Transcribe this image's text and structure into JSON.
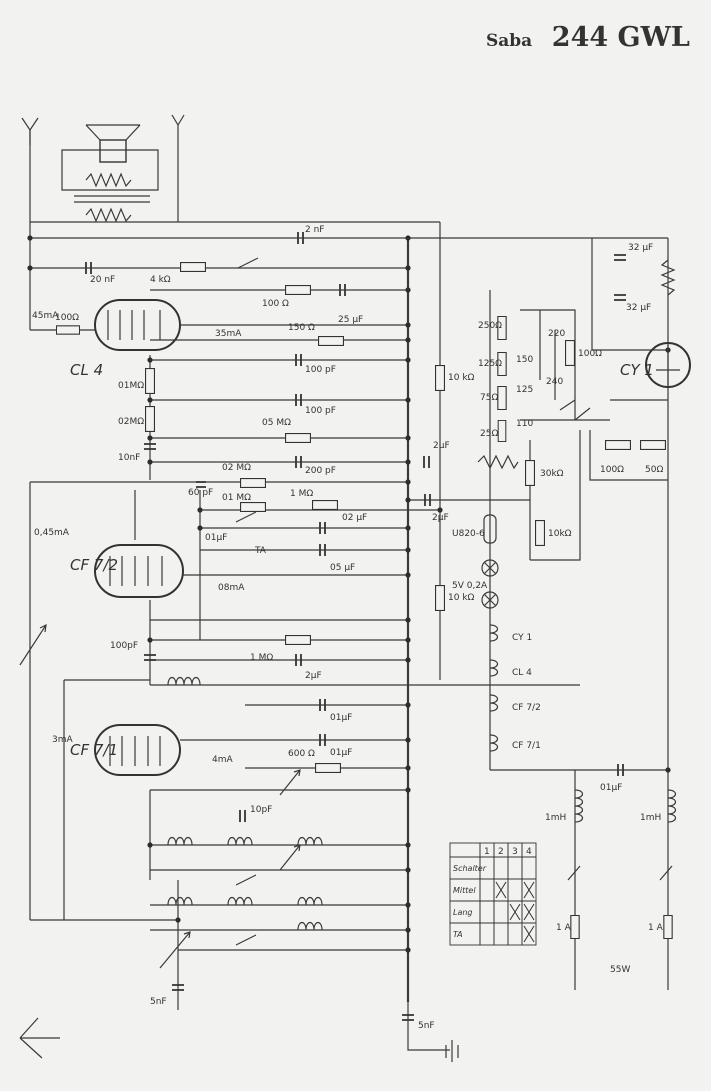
{
  "header": {
    "brand": "Saba",
    "model": "244 GWL"
  },
  "tubes": {
    "cl4": "CL 4",
    "cf7_2": "CF 7/2",
    "cf7_1": "CF 7/1",
    "cy1": "CY 1"
  },
  "components": {
    "c_20nf": "20 nF",
    "c_2nf": "2 nF",
    "r_4kohm": "4 kΩ",
    "r_100ohm_grid": "100Ω",
    "cur_45ma": "45mA",
    "cur_35ma": "35mA",
    "r_100ohm_a": "100 Ω",
    "r_150ohm": "150 Ω",
    "c_25uf": "25 µF",
    "c_100pf_a": "100 pF",
    "c_100pf_b": "100 pF",
    "r_01mohm": "01MΩ",
    "r_02mohm": "02MΩ",
    "r_05mohm": "05 MΩ",
    "c_10nf": "10nF",
    "c_200pf": "200 pF",
    "r_10kohm_a": "10 kΩ",
    "c_2uf_a": "2µF",
    "c_2uf_b": "2µF",
    "r_02mohm_b": "02 MΩ",
    "c_60pf": "60 pF",
    "r_01mohm_b": "01 MΩ",
    "r_1mohm_a": "1 MΩ",
    "c_02uf": "02 µF",
    "c_01uf": "01µF",
    "cur_045ma": "0,45mA",
    "ta_a": "TA",
    "c_05uf": "05 µF",
    "cur_08ma": "08mA",
    "r_10kohm_b": "10 kΩ",
    "c_100pf_c": "100pF",
    "r_1mohm_b": "1 MΩ",
    "c_2uf_c": "2µF",
    "cur_3ma": "3mA",
    "c_01uf_b": "01µF",
    "c_01uf_c": "01µF",
    "r_600ohm": "600 Ω",
    "cur_4ma": "4mA",
    "c_10pf": "10pF",
    "c_5nf_a": "5nF",
    "c_5nf_b": "5nF",
    "c_32uf_a": "32 µF",
    "c_32uf_b": "32 µF",
    "r_250ohm": "250Ω",
    "r_150": "150",
    "r_125ohm": "125Ω",
    "r_125": "125",
    "r_75ohm": "75Ω",
    "r_25ohm": "25Ω",
    "r_220": "220",
    "r_240": "240",
    "r_100ohm_c": "100Ω",
    "r_110": "110",
    "r_100ohm_d": "100Ω",
    "r_50ohm": "50Ω",
    "r_30kohm": "30kΩ",
    "r_10kohm_c": "10kΩ",
    "lamp_u": "U820-6",
    "lamp_v": "5V 0,2A",
    "heater_cy1": "CY 1",
    "heater_cl4": "CL 4",
    "heater_cf7_2": "CF 7/2",
    "heater_cf7_1": "CF 7/1",
    "l_1mh_a": "1mH",
    "l_1mh_b": "1mH",
    "c_01uf_d": "01µF",
    "fuse_1a_a": "1 A",
    "fuse_1a_b": "1 A",
    "power": "55W"
  },
  "switch_table": {
    "columns": [
      "1",
      "2",
      "3",
      "4"
    ],
    "rows": [
      {
        "label": "Schalter",
        "marks": [
          false,
          false,
          false,
          false
        ]
      },
      {
        "label": "Mittel",
        "marks": [
          false,
          true,
          false,
          true
        ]
      },
      {
        "label": "Lang",
        "marks": [
          false,
          false,
          true,
          true
        ]
      },
      {
        "label": "TA",
        "marks": [
          false,
          false,
          false,
          true
        ]
      }
    ]
  },
  "colors": {
    "ink": "#333333",
    "paper": "#f2f2f0"
  }
}
